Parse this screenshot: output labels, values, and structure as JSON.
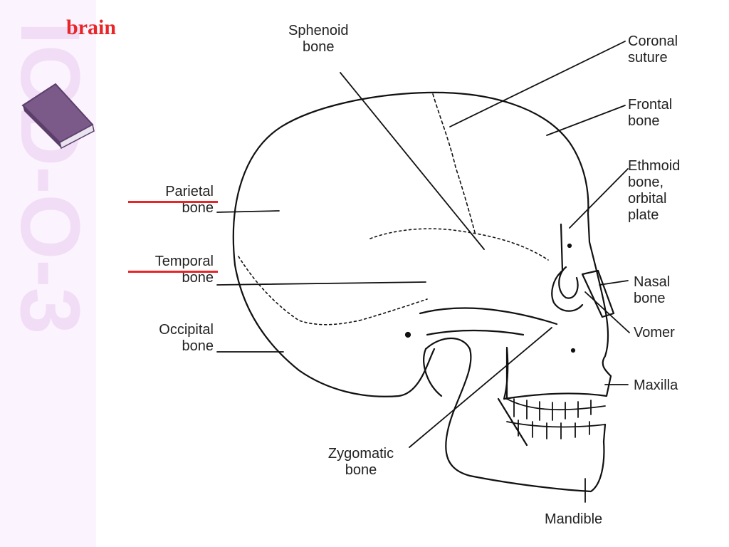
{
  "title": "brain",
  "side_watermark": "ICD-O-3",
  "colors": {
    "title": "#e8262a",
    "underline": "#e8262a",
    "watermark": "#f1ddf5",
    "book": "#7b5a8a",
    "line": "#111111",
    "text": "#222222"
  },
  "icons": {
    "book": "book-icon"
  },
  "labels": {
    "sphenoid": [
      "Sphenoid",
      "bone"
    ],
    "coronal": [
      "Coronal",
      "suture"
    ],
    "frontal": [
      "Frontal",
      "bone"
    ],
    "ethmoid": [
      "Ethmoid",
      "bone,",
      "orbital",
      "plate"
    ],
    "parietal": [
      "Parietal",
      "bone"
    ],
    "temporal": [
      "Temporal",
      "bone"
    ],
    "nasal": [
      "Nasal",
      "bone"
    ],
    "vomer": [
      "Vomer"
    ],
    "occipital": [
      "Occipital",
      "bone"
    ],
    "maxilla": [
      "Maxilla"
    ],
    "zygomatic": [
      "Zygomatic",
      "bone"
    ],
    "mandible": [
      "Mandible"
    ]
  },
  "highlighted": [
    "parietal",
    "temporal"
  ]
}
